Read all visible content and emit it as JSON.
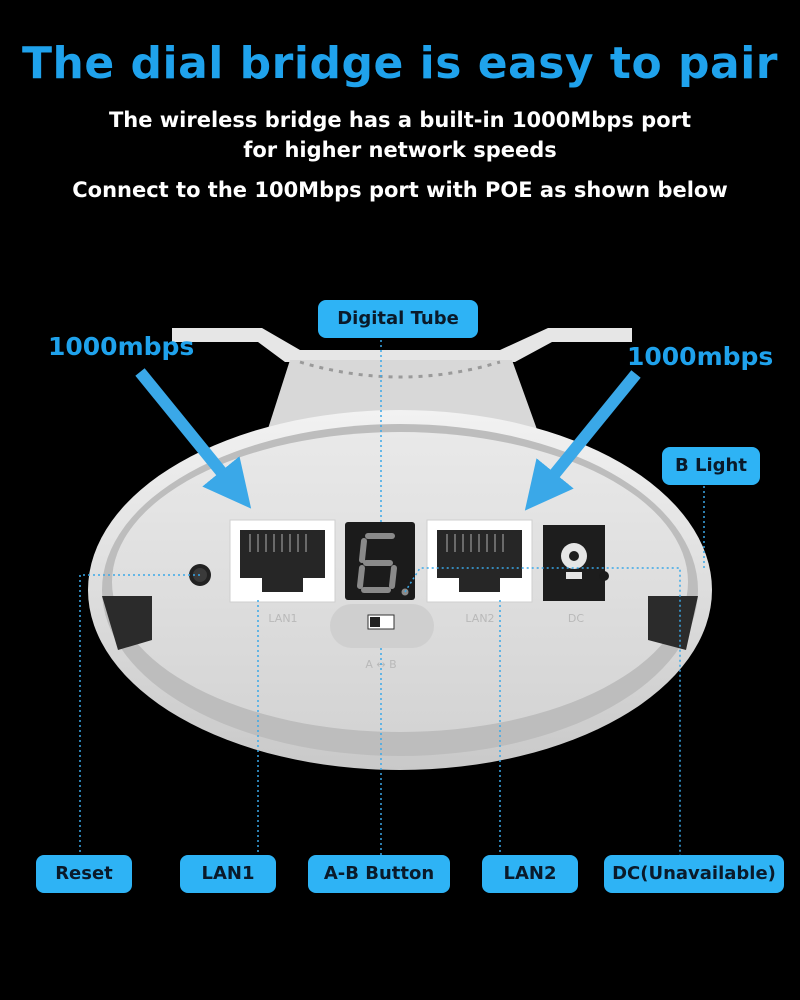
{
  "header": {
    "title": "The dial bridge is easy to pair",
    "line1": "The wireless bridge has a built-in 1000Mbps port",
    "line2": "for higher network speeds",
    "line3": "Connect to the 100Mbps port with POE as shown below"
  },
  "speeds": {
    "left": "1000mbps",
    "right": "1000mbps"
  },
  "callouts": {
    "digital_tube": "Digital Tube",
    "b_light": "B Light",
    "reset": "Reset",
    "lan1": "LAN1",
    "ab_button": "A-B Button",
    "lan2": "LAN2",
    "dc": "DC(Unavailable)"
  },
  "device_labels": {
    "lan1": "LAN1",
    "lan2": "LAN2",
    "dc": "DC",
    "ab": "A ↔ B"
  },
  "colors": {
    "accent": "#1fa2ec",
    "pill": "#2eb3f5"
  }
}
